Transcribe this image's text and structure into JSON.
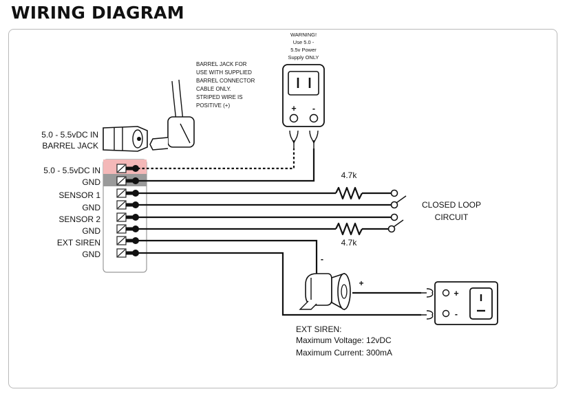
{
  "title": "WIRING DIAGRAM",
  "barrel_jack": {
    "label_line1": "5.0 - 5.5vDC IN",
    "label_line2": "BARREL JACK",
    "note": [
      "BARREL JACK FOR",
      "USE WITH SUPPLIED",
      "BARREL CONNECTOR",
      "CABLE ONLY.",
      "STRIPED WIRE IS",
      "POSITIVE (+)"
    ]
  },
  "power_supply": {
    "warning": [
      "WARNING!",
      "Use 5.0 -",
      "5.5v Power",
      "Supply ONLY"
    ],
    "plus": "+",
    "minus": "-"
  },
  "terminals": [
    "5.0 - 5.5vDC IN",
    "GND",
    "SENSOR 1",
    "GND",
    "SENSOR 2",
    "GND",
    "EXT SIREN",
    "GND"
  ],
  "resistor_top": "4.7k",
  "resistor_bottom": "4.7k",
  "closed_loop": [
    "CLOSED LOOP",
    "CIRCUIT"
  ],
  "siren": {
    "minus": "-",
    "plus": "+",
    "spec_title": "EXT SIREN:",
    "spec_voltage": "Maximum Voltage:  12vDC",
    "spec_current": "Maximum Current:  300mA"
  },
  "battery": {
    "plus": "+",
    "minus": "-"
  }
}
